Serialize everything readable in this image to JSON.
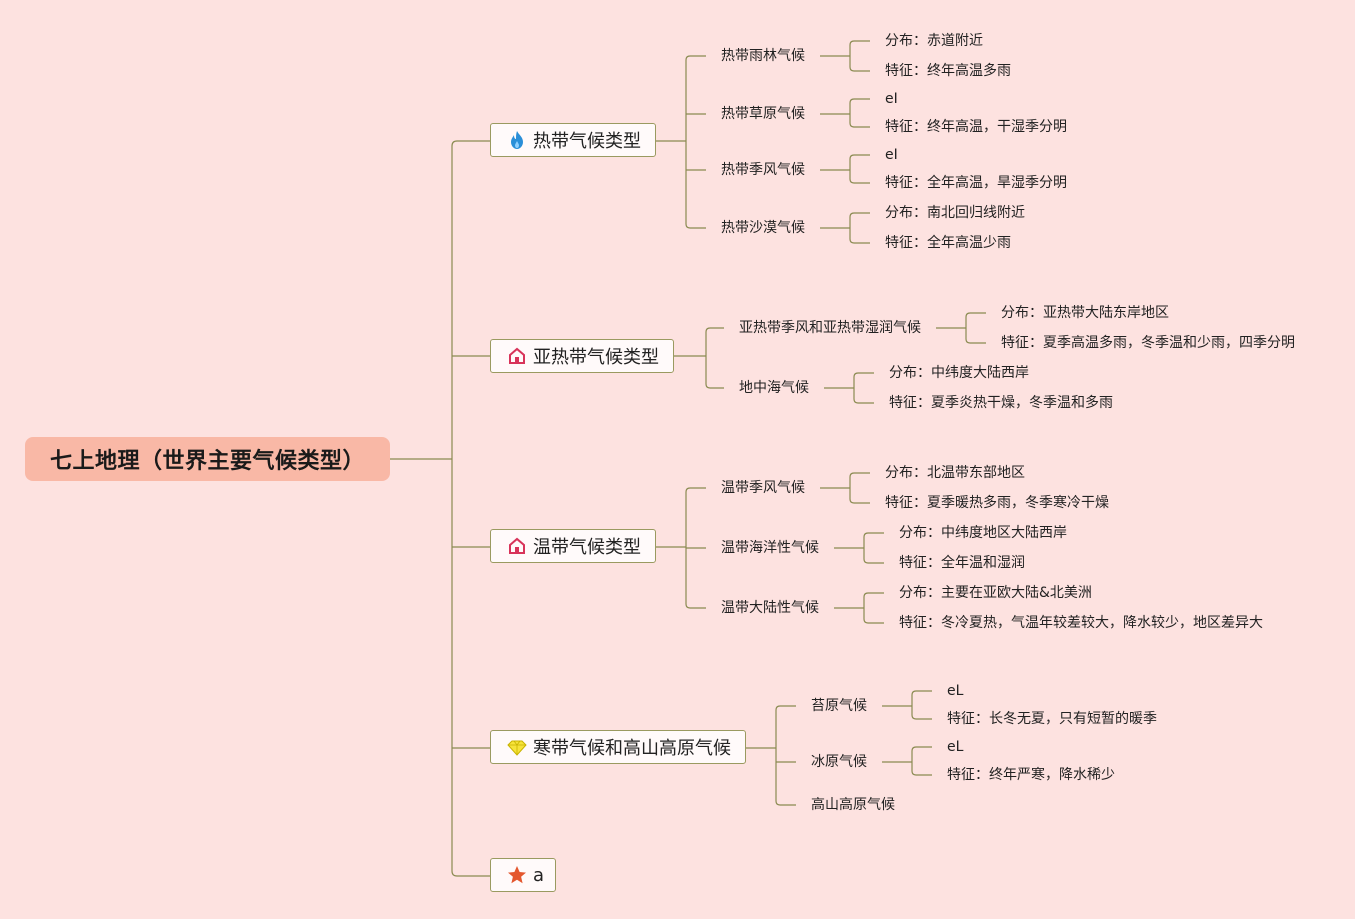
{
  "root": {
    "title": "七上地理（世界主要气候类型）"
  },
  "topics": {
    "tropical": {
      "label": "热带气候类型",
      "icon": "fire-icon",
      "children": [
        {
          "label": "热带雨林气候",
          "items": [
            "分布：赤道附近",
            "特征：终年高温多雨"
          ]
        },
        {
          "label": "热带草原气候",
          "items": [
            "eI",
            "特征：终年高温，干湿季分明"
          ]
        },
        {
          "label": "热带季风气候",
          "items": [
            "eI",
            "特征：全年高温，旱湿季分明"
          ]
        },
        {
          "label": "热带沙漠气候",
          "items": [
            "分布：南北回归线附近",
            "特征：全年高温少雨"
          ]
        }
      ]
    },
    "subtropical": {
      "label": "亚热带气候类型",
      "icon": "house-icon",
      "children": [
        {
          "label": "亚热带季风和亚热带湿润气候",
          "items": [
            "分布：亚热带大陆东岸地区",
            "特征：夏季高温多雨，冬季温和少雨，四季分明"
          ]
        },
        {
          "label": "地中海气候",
          "items": [
            "分布：中纬度大陆西岸",
            "特征：夏季炎热干燥，冬季温和多雨"
          ]
        }
      ]
    },
    "temperate": {
      "label": "温带气候类型",
      "icon": "house-icon",
      "children": [
        {
          "label": "温带季风气候",
          "items": [
            "分布：北温带东部地区",
            "特征：夏季暖热多雨，冬季寒冷干燥"
          ]
        },
        {
          "label": "温带海洋性气候",
          "items": [
            "分布：中纬度地区大陆西岸",
            "特征：全年温和湿润"
          ]
        },
        {
          "label": "温带大陆性气候",
          "items": [
            "分布：主要在亚欧大陆&北美洲",
            "特征：冬冷夏热，气温年较差较大，降水较少，地区差异大"
          ]
        }
      ]
    },
    "cold": {
      "label": "寒带气候和高山高原气候",
      "icon": "diamond-icon",
      "children": [
        {
          "label": "苔原气候",
          "items": [
            "eL",
            "特征：长冬无夏，只有短暂的暖季"
          ]
        },
        {
          "label": "冰原气候",
          "items": [
            "eL",
            "特征：终年严寒，降水稀少"
          ]
        },
        {
          "label": "高山高原气候",
          "items": []
        }
      ]
    },
    "other": {
      "label": "a",
      "icon": "star-icon"
    }
  },
  "colors": {
    "background": "#fde2e0",
    "root_fill": "#f9b8a6",
    "connector": "#8a8a50",
    "topic_border": "#9a9a60"
  }
}
